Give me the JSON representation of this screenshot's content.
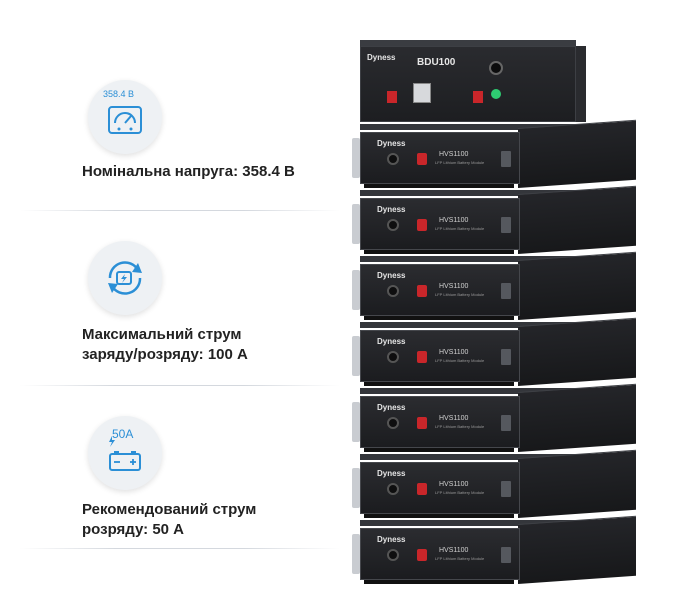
{
  "features": [
    {
      "icon": "voltmeter-icon",
      "icon_label": "358.4 В",
      "text": "Номінальна напруга: 358.4 В"
    },
    {
      "icon": "charge-cycle-icon",
      "icon_label": "",
      "text": "Максимальний струм\nзаряду/розряду: 100 А"
    },
    {
      "icon": "battery-current-icon",
      "icon_label": "50A",
      "text": "Рекомендований струм\nрозряду: 50 А"
    }
  ],
  "product": {
    "controller_brand": "Dyness",
    "controller_model": "BDU100",
    "module_brand": "Dyness",
    "module_model": "HVS1100",
    "module_subtitle": "LFP Lithium Battery Module",
    "module_count": 7
  },
  "colors": {
    "icon_blue": "#2b8fd6",
    "icon_bg": "#eef1f4",
    "battery_dark": "#1d1e21",
    "terminal_red": "#c9262a"
  }
}
